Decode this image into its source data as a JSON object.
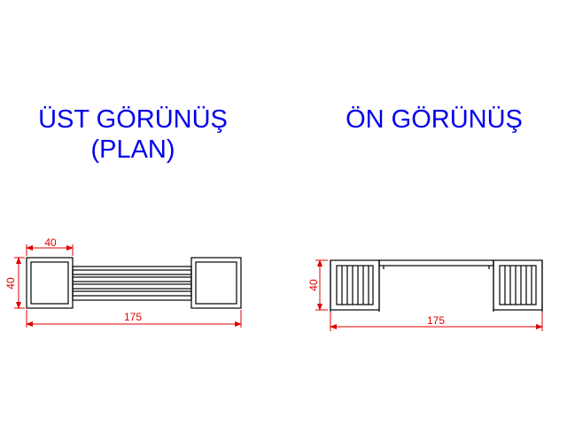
{
  "top_view": {
    "title_line1": "ÜST GÖRÜNÜŞ",
    "title_line2": "(PLAN)",
    "dim_width": "40",
    "dim_depth": "40",
    "dim_length": "175"
  },
  "front_view": {
    "title": "ÖN GÖRÜNÜŞ",
    "dim_height": "40",
    "dim_length": "175"
  },
  "colors": {
    "title": "#0000ee",
    "dimension": "#e00000",
    "drawing": "#000000"
  }
}
